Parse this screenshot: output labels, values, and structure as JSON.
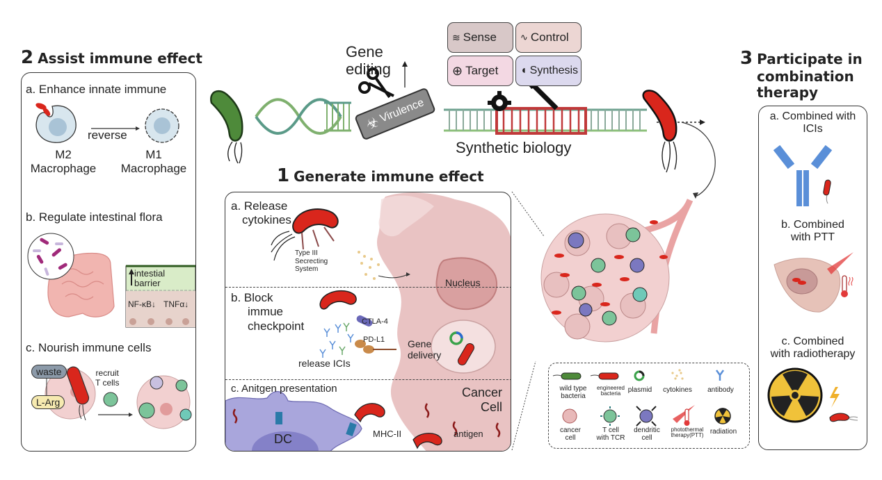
{
  "section2": {
    "number": "2",
    "title": "Assist immune effect",
    "a": {
      "title": "a. Enhance innate immune",
      "arrow_label": "reverse",
      "m2_line1": "M2",
      "m2_line2": "Macrophage",
      "m1_line1": "M1",
      "m1_line2": "Macrophage"
    },
    "b": {
      "title": "b. Regulate intestinal flora",
      "barrier_line1": "intestial",
      "barrier_line2": "barrier",
      "nfkb": "NF-κB↓",
      "tnfa": "TNFα↓"
    },
    "c": {
      "title": "c. Nourish immune cells",
      "waste": "waste",
      "larg": "L-Arg",
      "recruit_line1": "recruit",
      "recruit_line2": "T cells"
    }
  },
  "top": {
    "gene_editing_line1": "Gene",
    "gene_editing_line2": "editing",
    "virulence": "Virulence",
    "synthetic_biology": "Synthetic biology",
    "modules": [
      {
        "label": "Sense",
        "icon": "signal-waves-icon",
        "color": "#d8c8c8"
      },
      {
        "label": "Control",
        "icon": "gene-circuit-icon",
        "color": "#ecd6d3"
      },
      {
        "label": "Target",
        "icon": "crosshair-icon",
        "color": "#f3d8e3"
      },
      {
        "label": "Synthesis",
        "icon": "synthesis-icon",
        "color": "#dcd9ee"
      }
    ]
  },
  "section1": {
    "number": "1",
    "title": "Generate immune effect",
    "a": {
      "title_line1": "a. Release",
      "title_line2": "cytokines",
      "t3ss_line1": "Type III",
      "t3ss_line2": "Secrecting",
      "t3ss_line3": "System",
      "nucleus": "Nucleus"
    },
    "b": {
      "title_line1": "b. Block",
      "title_line2": "immue",
      "title_line3": "checkpoint",
      "ctla4": "CTLA-4",
      "pdl1": "PD-L1",
      "release": "release ICIs",
      "gene_line1": "Gene",
      "gene_line2": "delivery"
    },
    "c": {
      "title": "c. Anitgen presentation",
      "dc": "DC",
      "mhc": "MHC-II",
      "antigen": "antigen",
      "cancer_line1": "Cancer",
      "cancer_line2": "Cell"
    }
  },
  "legend": {
    "items": [
      {
        "label_line1": "wild type",
        "label_line2": "bacteria",
        "icon": "wild-type-bacteria-icon"
      },
      {
        "label_line1": "engineered",
        "label_line2": "bacteria",
        "icon": "engineered-bacteria-icon"
      },
      {
        "label_line1": "plasmid",
        "label_line2": "",
        "icon": "plasmid-icon"
      },
      {
        "label_line1": "cytokines",
        "label_line2": "",
        "icon": "cytokines-icon"
      },
      {
        "label_line1": "antibody",
        "label_line2": "",
        "icon": "antibody-icon"
      },
      {
        "label_line1": "cancer",
        "label_line2": "cell",
        "icon": "cancer-cell-icon"
      },
      {
        "label_line1": "T cell",
        "label_line2": "with TCR",
        "icon": "t-cell-icon"
      },
      {
        "label_line1": "dendritic",
        "label_line2": "cell",
        "icon": "dendritic-cell-icon"
      },
      {
        "label_line1": "photothermal",
        "label_line2": "therapy(PTT)",
        "icon": "photothermal-icon"
      },
      {
        "label_line1": "radiation",
        "label_line2": "",
        "icon": "radiation-icon"
      }
    ]
  },
  "section3": {
    "number": "3",
    "title_line1": "Participate in",
    "title_line2": "combination",
    "title_line3": "therapy",
    "a": {
      "line1": "a. Combined with",
      "line2": "ICIs"
    },
    "b": {
      "line1": "b. Combined",
      "line2": "with PTT"
    },
    "c": {
      "line1": "c. Combined",
      "line2": "with radiotherapy"
    }
  },
  "colors": {
    "engineered": "#d9261c",
    "wildtype": "#4e8a3a",
    "tcell": "#7cc49a",
    "dc": "#7b78c0",
    "cancer": "#e8b9b9",
    "antibody": "#5a8fd8",
    "radiation": "#f0c23a"
  }
}
